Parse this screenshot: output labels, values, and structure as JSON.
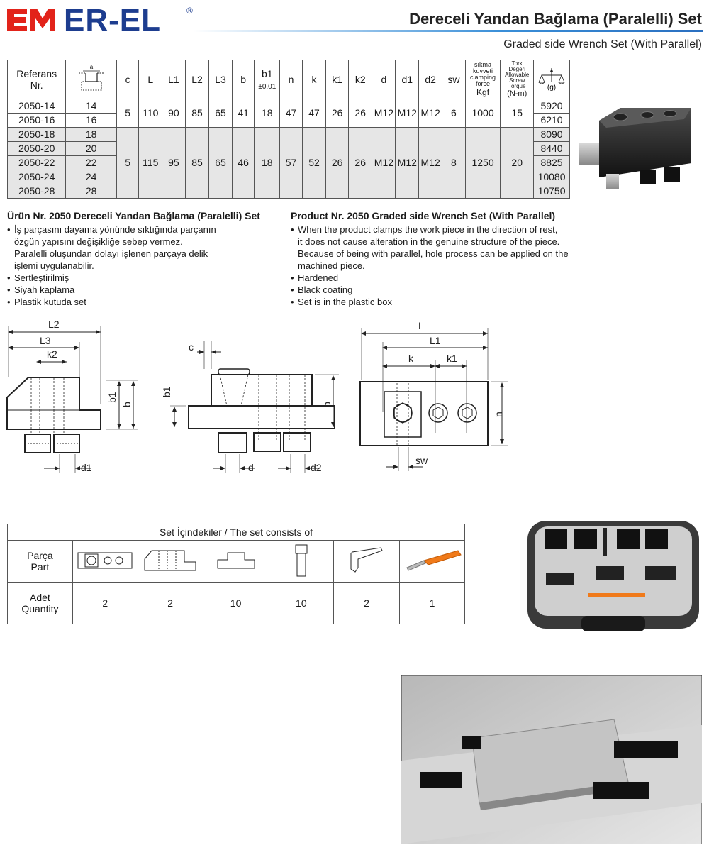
{
  "header": {
    "brand": "ER-EL",
    "registered": "®",
    "title": "Dereceli Yandan Bağlama (Paralelli) Set",
    "subtitle": "Graded side Wrench Set (With Parallel)",
    "colors": {
      "brand_blue": "#1d3d8f",
      "brand_red": "#e2231a",
      "rule_blue": "#3a8fd8"
    }
  },
  "spec_table": {
    "headers": {
      "ref_line1": "Referans",
      "ref_line2": "Nr.",
      "a_symbol": "a",
      "c": "c",
      "L": "L",
      "L1": "L1",
      "L2": "L2",
      "L3": "L3",
      "b": "b",
      "b1": "b1",
      "b1_tol": "±0.01",
      "n": "n",
      "k": "k",
      "k1": "k1",
      "k2": "k2",
      "d": "d",
      "d1": "d1",
      "d2": "d2",
      "sw": "sw",
      "force_line1": "sıkma kuvveti",
      "force_line2": "clamping force",
      "force_unit": "Kgf",
      "torque_line1": "Tork",
      "torque_line2": "Değeri",
      "torque_line3": "Allowable",
      "torque_line4": "Screw",
      "torque_line5": "Torque",
      "torque_unit": "(N-m)",
      "weight_unit": "(g)"
    },
    "rows": [
      {
        "ref": "2050-14",
        "a": "14",
        "weight": "5920"
      },
      {
        "ref": "2050-16",
        "a": "16",
        "weight": "6210"
      },
      {
        "ref": "2050-18",
        "a": "18",
        "weight": "8090"
      },
      {
        "ref": "2050-20",
        "a": "20",
        "weight": "8440"
      },
      {
        "ref": "2050-22",
        "a": "22",
        "weight": "8825"
      },
      {
        "ref": "2050-24",
        "a": "24",
        "weight": "10080"
      },
      {
        "ref": "2050-28",
        "a": "28",
        "weight": "10750"
      }
    ],
    "group1": {
      "c": "5",
      "L": "110",
      "L1": "90",
      "L2": "85",
      "L3": "65",
      "b": "41",
      "b1": "18",
      "n": "47",
      "k": "47",
      "k1": "26",
      "k2": "26",
      "d": "M12",
      "d1": "M12",
      "d2": "M12",
      "sw": "6",
      "force": "1000",
      "torque": "15"
    },
    "group2": {
      "c": "5",
      "L": "115",
      "L1": "95",
      "L2": "85",
      "L3": "65",
      "b": "46",
      "b1": "18",
      "n": "57",
      "k": "52",
      "k1": "26",
      "k2": "26",
      "d": "M12",
      "d1": "M12",
      "d2": "M12",
      "sw": "8",
      "force": "1250",
      "torque": "20"
    }
  },
  "text_tr": {
    "heading": "Ürün Nr. 2050 Dereceli Yandan Bağlama (Paralelli) Set",
    "b1_l1": "İş parçasını dayama yönünde sıktığında parçanın",
    "b1_l2": "özgün yapısını değişikliğe sebep vermez.",
    "b1_l3": "Paralelli oluşundan dolayı işlenen parçaya delik",
    "b1_l4": "işlemi uygulanabilir.",
    "b2": "Sertleştirilmiş",
    "b3": "Siyah kaplama",
    "b4": "Plastik kutuda set"
  },
  "text_en": {
    "heading": "Product Nr. 2050 Graded side Wrench Set (With Parallel)",
    "b1_l1": "When the product clamps the work piece in the direction of rest,",
    "b1_l2": "it does not cause alteration in the genuine structure of the piece.",
    "b1_l3": "Because of being with parallel, hole process can be applied on the",
    "b1_l4": "machined piece.",
    "b2": "Hardened",
    "b3": "Black coating",
    "b4": "Set is in the plastic box"
  },
  "drawings": {
    "view1": {
      "L2": "L2",
      "L3": "L3",
      "k2": "k2",
      "b1": "b1",
      "b": "b",
      "d1": "d1"
    },
    "view2": {
      "c": "c",
      "b1": "b1",
      "b": "b",
      "d": "d",
      "d2": "d2"
    },
    "view3": {
      "L": "L",
      "L1": "L1",
      "k": "k",
      "k1": "k1",
      "n": "n",
      "sw": "sw"
    }
  },
  "set_table": {
    "caption": "Set İçindekiler / The set consists of",
    "part_line1": "Parça",
    "part_line2": "Part",
    "qty_line1": "Adet",
    "qty_line2": "Quantity",
    "quantities": [
      "2",
      "2",
      "10",
      "10",
      "2",
      "1"
    ],
    "icons": [
      "clamp-top-icon",
      "clamp-side-icon",
      "t-nut-icon",
      "socket-screw-icon",
      "hex-key-icon",
      "orange-tool-icon"
    ]
  }
}
